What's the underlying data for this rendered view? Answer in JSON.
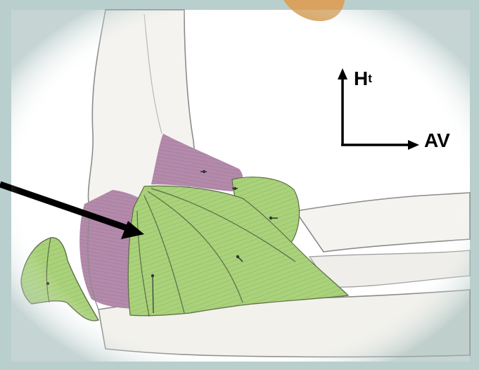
{
  "orientation": {
    "up_label_main": "H",
    "up_label_sup": "t",
    "forward_label": "AV"
  },
  "colors": {
    "frame": "#b9cfcd",
    "bone": "#f4f3ef",
    "bone_outline": "#8c8c8c",
    "muscle_purple": "#b48aab",
    "ligament_green": "#a9d27a",
    "fiber_line": "#5d6b45",
    "pointer_arrow": "#000000",
    "tan_object": "#d9a35f"
  },
  "icons": {
    "pointer": "arrow-right-down",
    "axes": "orientation-cross"
  }
}
